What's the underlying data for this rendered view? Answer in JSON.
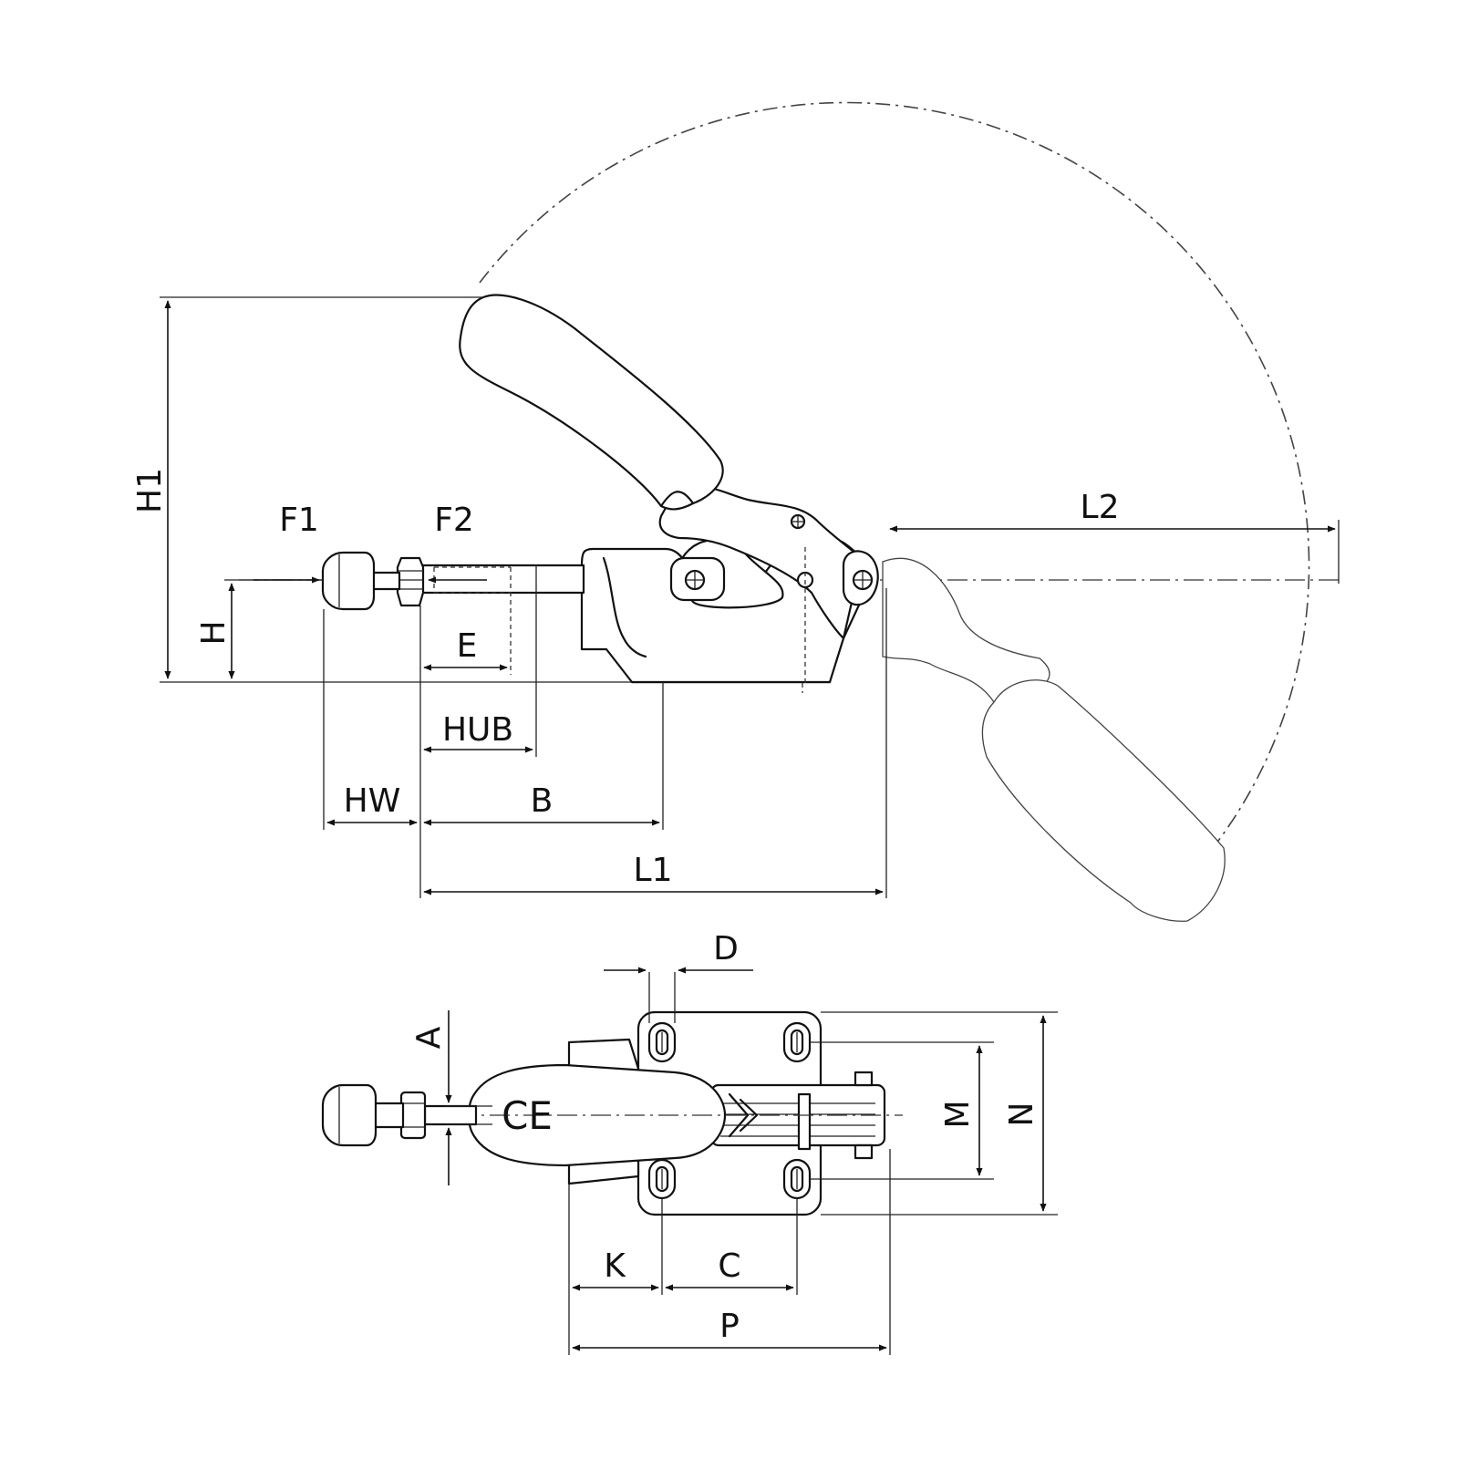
{
  "labels": {
    "H1": "H1",
    "F1": "F1",
    "F2": "F2",
    "H": "H",
    "E": "E",
    "HUB": "HUB",
    "HW": "HW",
    "B": "B",
    "L1": "L1",
    "L2": "L2",
    "D": "D",
    "A": "A",
    "M": "M",
    "N": "N",
    "K": "K",
    "C": "C",
    "P": "P"
  },
  "marking": "CE"
}
